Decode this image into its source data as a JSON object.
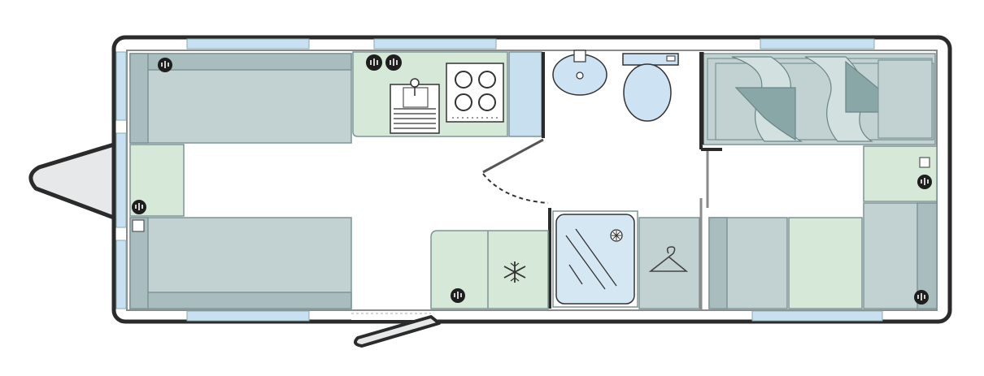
{
  "floorplan": {
    "colors": {
      "wall": "#2b2b2b",
      "sofa": "#c2d2d3",
      "sofa_shadow": "#a9bcbe",
      "cabinet": "#d6e8d7",
      "window": "#c7e1f2",
      "bathroom": "#ffffff",
      "shower_tray": "#d4e7f3",
      "basin": "#cde3f4",
      "hitch": "#e7e8e9",
      "duvet_dark": "#8aa7a8"
    },
    "areas": [
      {
        "name": "front-lounge-sofa-top",
        "icon": "power-socket-icon"
      },
      {
        "name": "front-lounge-sofa-bottom",
        "icon": "socket-square-icon"
      },
      {
        "name": "kitchen",
        "icon": "double-socket-icon"
      },
      {
        "name": "washroom",
        "icon": "toilet-icon"
      },
      {
        "name": "shower-room",
        "icon": "shower-head-icon"
      },
      {
        "name": "wardrobe",
        "icon": "coat-hanger-icon"
      },
      {
        "name": "fridge",
        "icon": "snowflake-icon"
      },
      {
        "name": "rear-bedroom",
        "icon": "bed-icon"
      }
    ]
  }
}
